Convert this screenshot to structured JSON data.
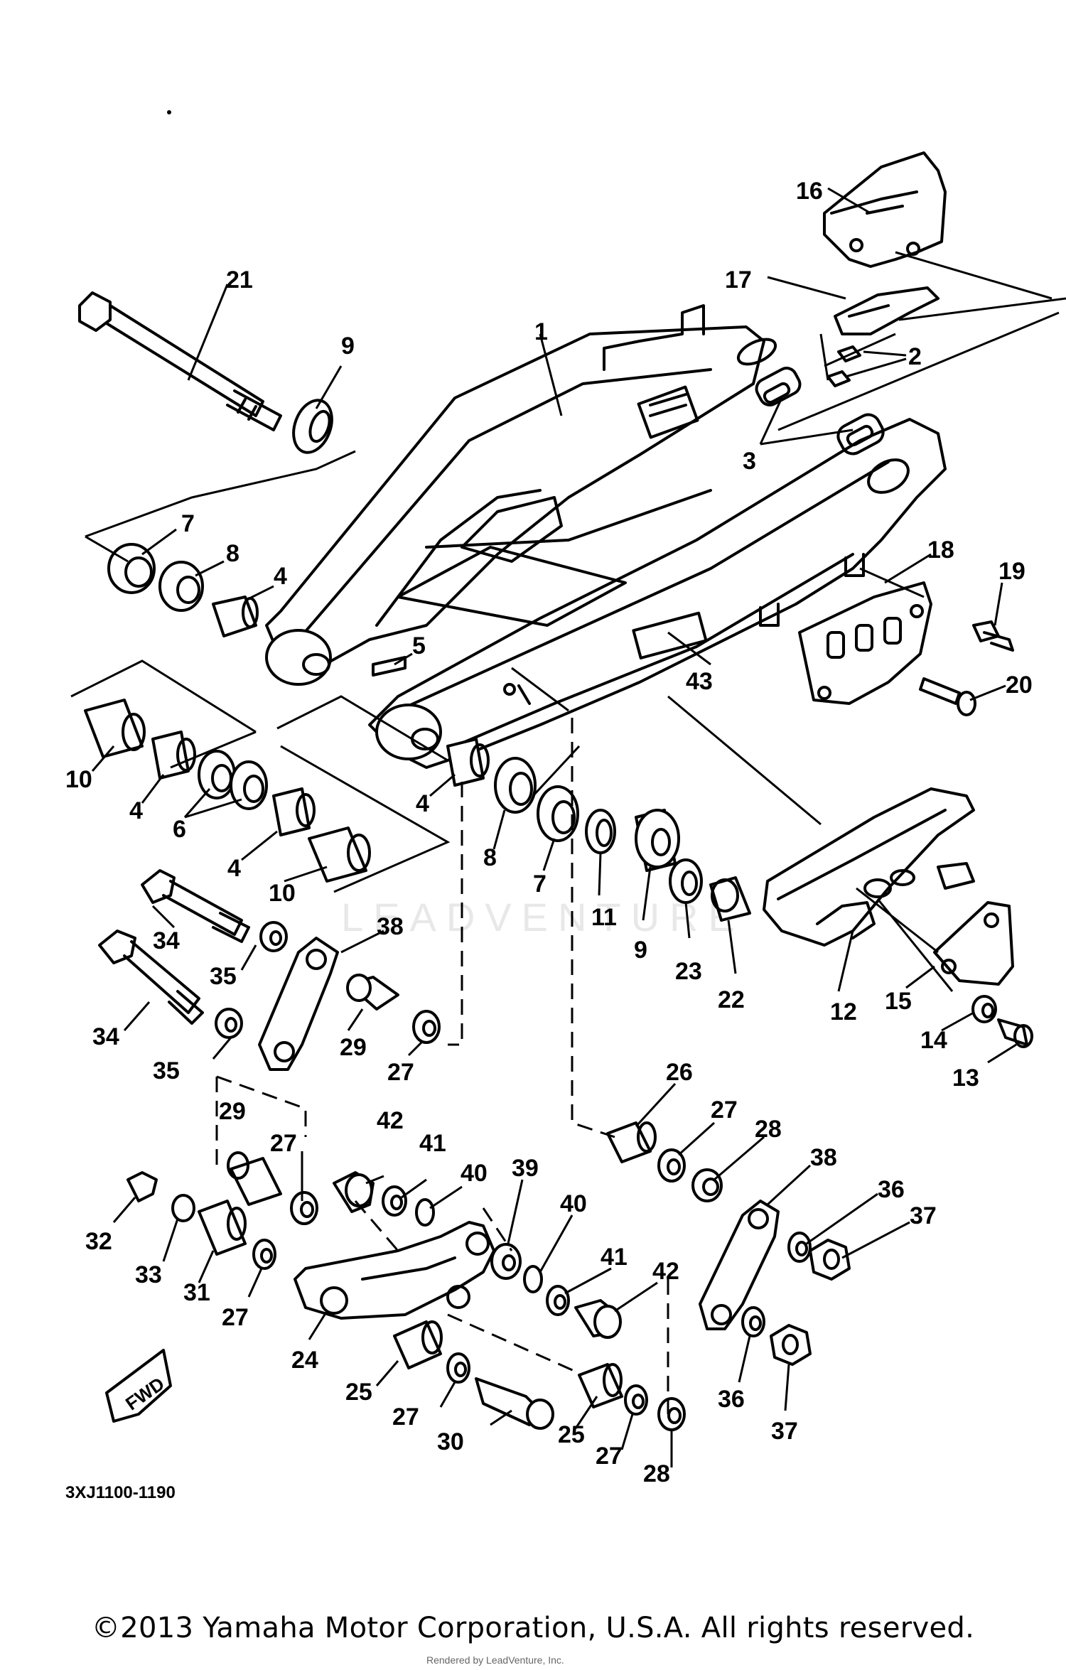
{
  "diagram": {
    "code": "3XJ1100-1190",
    "fwd_label": "FWD",
    "part_labels": [
      "1",
      "2",
      "3",
      "4",
      "4",
      "4",
      "4",
      "5",
      "6",
      "7",
      "7",
      "8",
      "8",
      "9",
      "9",
      "10",
      "10",
      "11",
      "12",
      "13",
      "14",
      "15",
      "16",
      "17",
      "18",
      "19",
      "20",
      "21",
      "22",
      "23",
      "24",
      "25",
      "25",
      "26",
      "27",
      "27",
      "27",
      "27",
      "27",
      "27",
      "28",
      "28",
      "29",
      "29",
      "30",
      "31",
      "32",
      "33",
      "34",
      "34",
      "35",
      "35",
      "36",
      "36",
      "37",
      "37",
      "38",
      "38",
      "39",
      "40",
      "40",
      "41",
      "41",
      "42",
      "42",
      "43"
    ]
  },
  "footer": {
    "copyright": "©2013 Yamaha Motor Corporation, U.S.A. All rights reserved.",
    "source_note": "Rendered by LeadVenture, Inc."
  },
  "watermark": {
    "text": "LEADVENTURE"
  }
}
